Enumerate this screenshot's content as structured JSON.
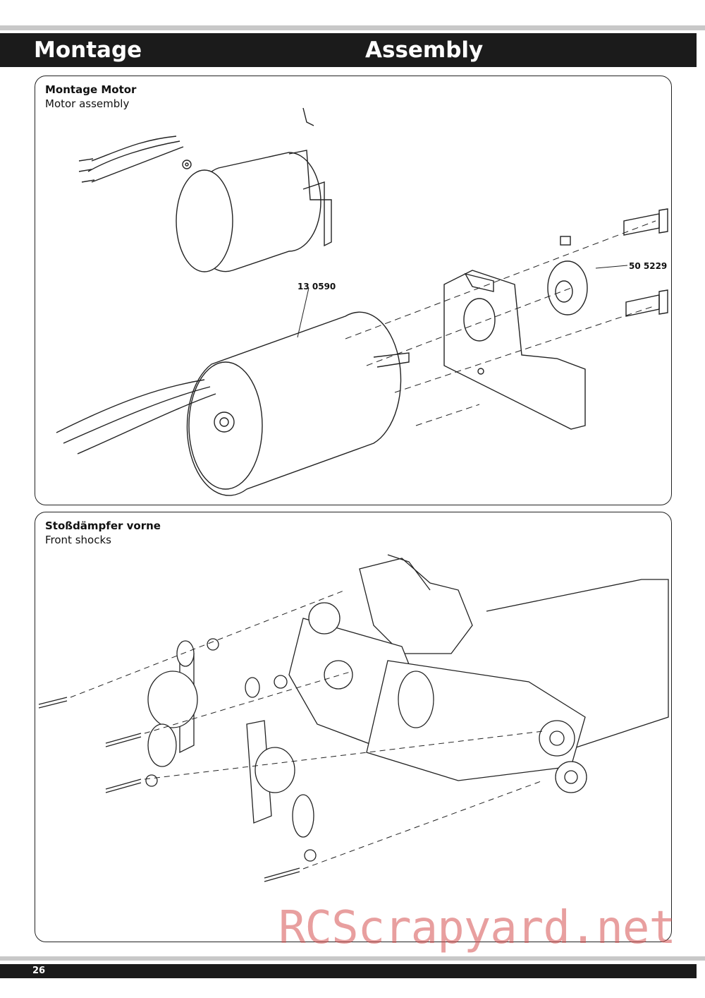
{
  "header": {
    "title_de": "Montage",
    "title_en": "Assembly"
  },
  "sections": [
    {
      "title_de": "Montage Motor",
      "title_en": "Motor assembly",
      "parts": [
        "13 0590",
        "50 5229"
      ]
    },
    {
      "title_de": "Stoßdämpfer vorne",
      "title_en": "Front shocks"
    }
  ],
  "watermark": "RCScrapyard.net",
  "footer": {
    "page_number": "26"
  }
}
